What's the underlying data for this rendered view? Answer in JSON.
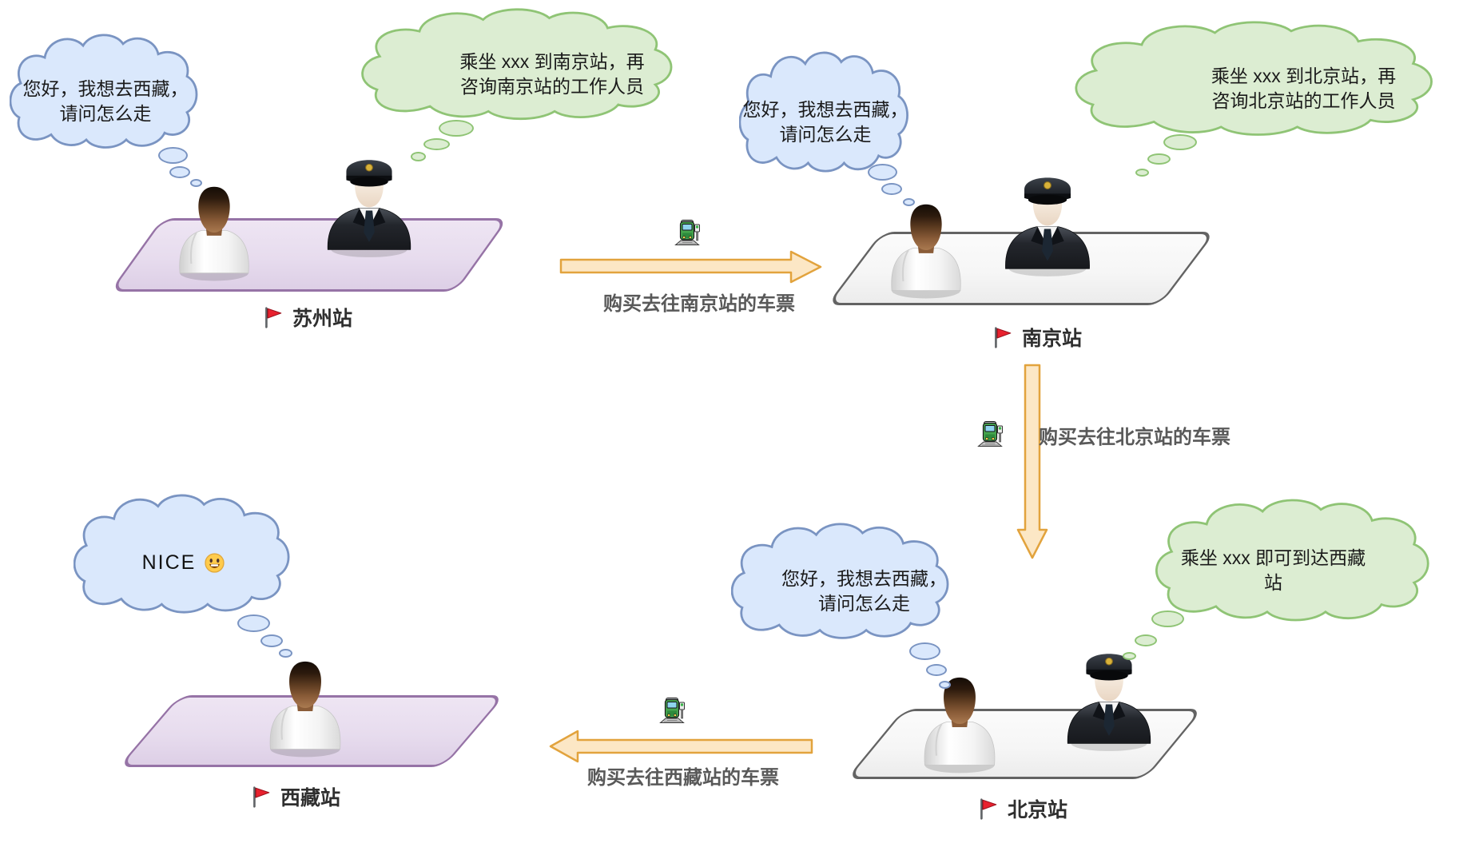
{
  "stations": {
    "suzhou": {
      "name": "苏州站",
      "passenger_thought": "您好，我想去西藏，请问怎么走",
      "staff_thought": "乘坐 xxx 到南京站，再咨询南京站的工作人员"
    },
    "nanjing": {
      "name": "南京站",
      "passenger_thought": "您好，我想去西藏，请问怎么走",
      "staff_thought": "乘坐 xxx 到北京站，再咨询北京站的工作人员"
    },
    "beijing": {
      "name": "北京站",
      "passenger_thought": "您好，我想去西藏，请问怎么走",
      "staff_thought": "乘坐 xxx 即可到达西藏站"
    },
    "tibet": {
      "name": "西藏站",
      "passenger_thought": "NICE",
      "passenger_thought_icon": "smiley-emoji"
    }
  },
  "transitions": {
    "suzhou_to_nanjing": {
      "label": "购买去往南京站的车票",
      "direction": "right",
      "icon": "train-emoji"
    },
    "nanjing_to_beijing": {
      "label": "购买去往北京站的车票",
      "direction": "down",
      "icon": "train-emoji"
    },
    "beijing_to_tibet": {
      "label": "购买去往西藏站的车票",
      "direction": "left",
      "icon": "train-emoji"
    }
  },
  "icons": {
    "station_marker": "red-flag-icon",
    "transition_vehicle": "train-emoji-icon"
  },
  "colors": {
    "passenger_bubble_fill": "#dae8fc",
    "passenger_bubble_stroke": "#7a94c2",
    "staff_bubble_fill": "#dcedd2",
    "staff_bubble_stroke": "#8fc475",
    "platform_purple_fill": "#e7dcee",
    "platform_purple_stroke": "#9673a6",
    "platform_gray_fill": "#f6f6f6",
    "platform_gray_stroke": "#636363",
    "arrow_fill": "#fce7c5",
    "arrow_stroke": "#e2a33d",
    "transition_label": "#595959",
    "station_label": "#2f2f2f",
    "flag_red": "#e8212e"
  }
}
